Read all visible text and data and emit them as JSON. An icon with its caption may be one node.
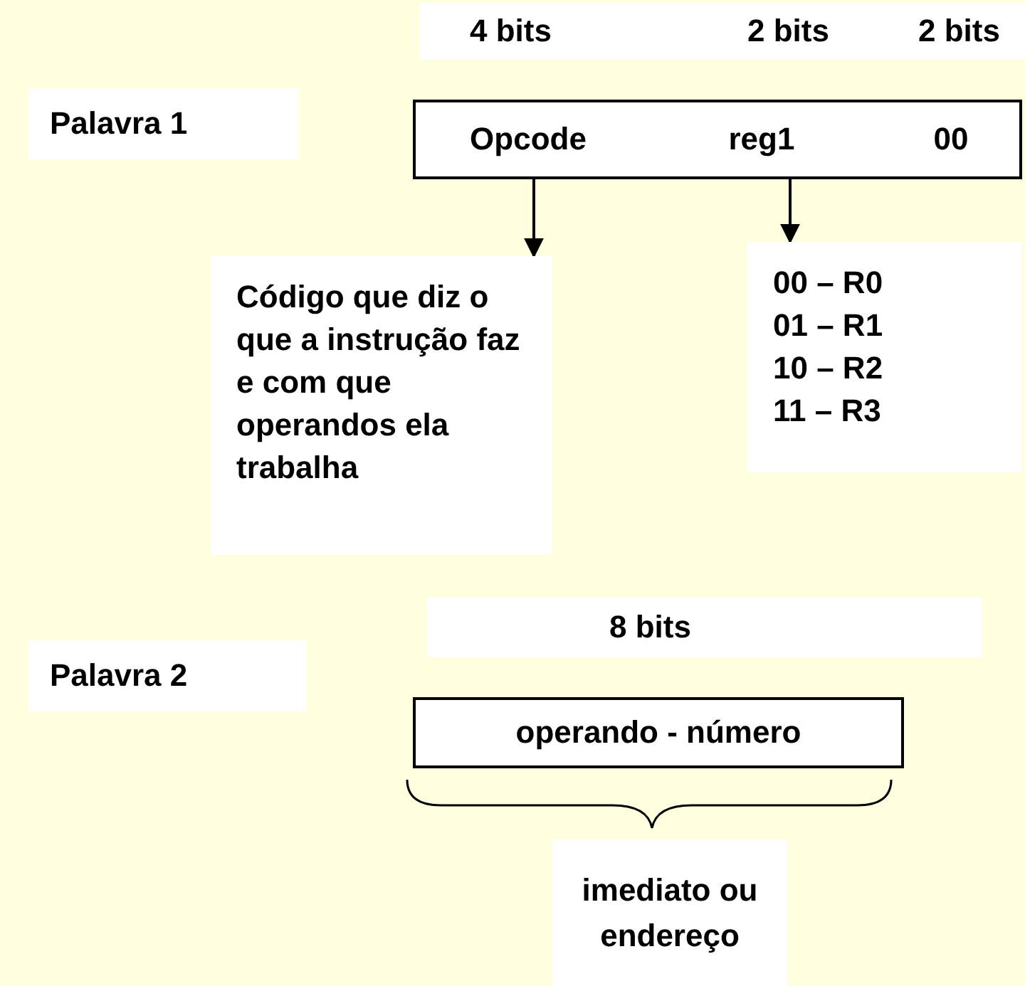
{
  "diagram": {
    "nodes": [
      {
        "text": [
          "Opcode"
        ]
      },
      {
        "text": [
          "reg1"
        ]
      },
      {
        "text": [
          "00"
        ]
      },
      {
        "text": [
          "Código que diz o que a instrução faz e com que operandos ela trabalha"
        ]
      },
      {
        "text": [
          "00 – R0",
          "01 – R1",
          "10 – R2",
          "11 – R3"
        ]
      },
      {
        "text": [
          "operando - número"
        ]
      }
    ],
    "edges": [
      {
        "from": 0,
        "to": 3,
        "arrow": "to"
      },
      {
        "from": 1,
        "to": 4,
        "arrow": "to"
      }
    ],
    "labels": [
      "4 bits",
      "2 bits",
      "2 bits",
      "Palavra 1",
      "8 bits",
      "Palavra 2",
      "imediato ou endereço"
    ]
  }
}
